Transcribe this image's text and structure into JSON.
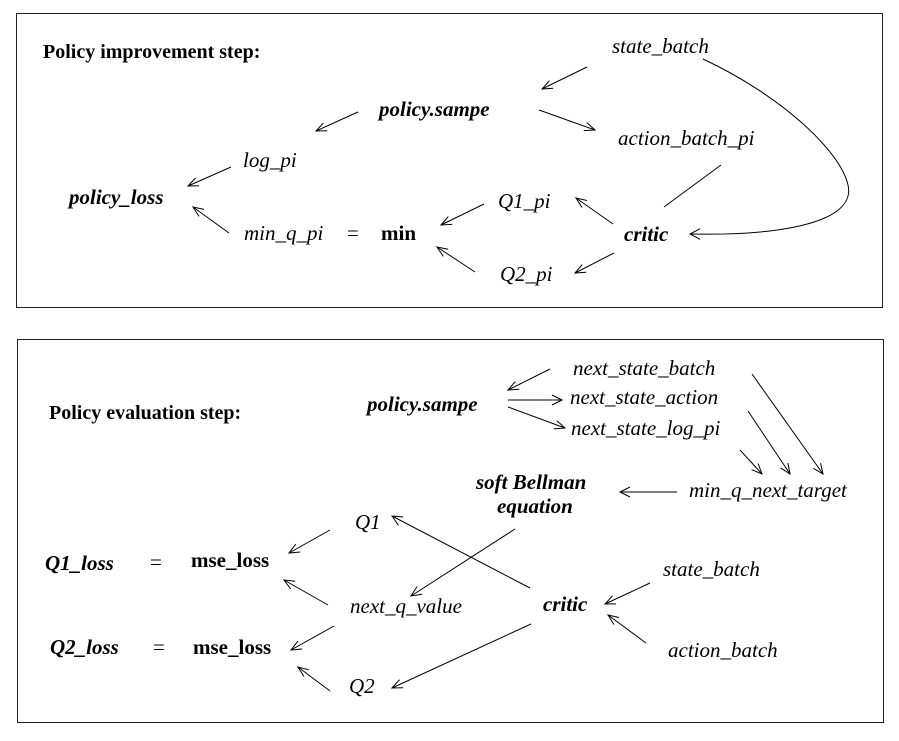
{
  "improvement": {
    "title": "Policy improvement step:",
    "state_batch": "state_batch",
    "policy_sample": "policy.sampe",
    "action_batch_pi": "action_batch_pi",
    "log_pi": "log_pi",
    "policy_loss": "policy_loss",
    "q1_pi": "Q1_pi",
    "q2_pi": "Q2_pi",
    "critic": "critic",
    "min_q_pi": "min_q_pi",
    "equals": "=",
    "min": "min"
  },
  "evaluation": {
    "title": "Policy evaluation step:",
    "policy_sample": "policy.sampe",
    "next_state_batch": "next_state_batch",
    "next_state_action": "next_state_action",
    "next_state_log_pi": "next_state_log_pi",
    "soft_bellman_line1": "soft Bellman",
    "soft_bellman_line2": "equation",
    "min_q_next_target": "min_q_next_target",
    "q1": "Q1",
    "q2": "Q2",
    "next_q_value": "next_q_value",
    "critic": "critic",
    "state_batch": "state_batch",
    "action_batch": "action_batch",
    "q1_loss": "Q1_loss",
    "q2_loss": "Q2_loss",
    "equals": "=",
    "mse_loss": "mse_loss"
  }
}
